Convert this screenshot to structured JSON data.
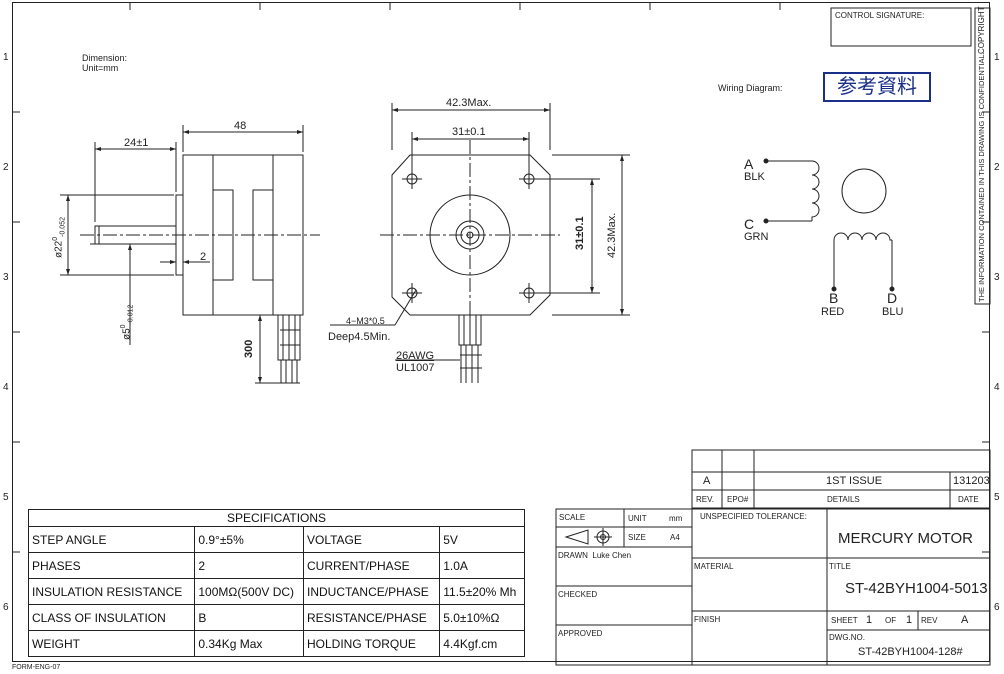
{
  "zones": {
    "left": [
      "1",
      "2",
      "3",
      "4",
      "5",
      "6"
    ],
    "right": [
      "1",
      "2",
      "3",
      "4",
      "5",
      "6"
    ]
  },
  "dimension_note": {
    "line1": "Dimension:",
    "line2": "Unit=mm"
  },
  "dims": {
    "length_48": "48",
    "shaft_len": "24±1",
    "flange": "2",
    "boss_dia": "ø22",
    "boss_tol_up": "0",
    "boss_tol_down": "-0.052",
    "shaft_dia": "ø5",
    "shaft_tol_up": "0",
    "shaft_tol_down": "-0.012",
    "lead_len": "300",
    "body_width": "42.3Max.",
    "hole_spacing_h": "31±0.1",
    "hole_spacing_v": "31±0.1",
    "body_height": "42.3Max.",
    "screw": "4−M3*0.5",
    "screw_depth": "Deep4.5Min.",
    "wire_gauge": "26AWG",
    "wire_spec": "UL1007"
  },
  "wiring": {
    "label": "Wiring Diagram:",
    "ref_stamp": "参考資料",
    "a_label": "A",
    "a_color": "BLK",
    "c_label": "C",
    "c_color": "GRN",
    "b_label": "B",
    "b_color": "RED",
    "d_label": "D",
    "d_color": "BLU"
  },
  "control_signature": "CONTROL SIGNATURE:",
  "copyright": "COPYRIGHT",
  "confidential": "THE INFORMATION CONTAINED IN THIS DRAWING IS CONFIDENTIAL.",
  "revision": {
    "rev": "A",
    "details": "1ST ISSUE",
    "date": "131203",
    "hdr_rev": "REV.",
    "hdr_epo": "EPO#",
    "hdr_details": "DETAILS",
    "hdr_date": "DATE"
  },
  "specs": {
    "title": "SPECIFICATIONS",
    "rows": [
      [
        "STEP ANGLE",
        "0.9°±5%",
        "VOLTAGE",
        "5V"
      ],
      [
        "PHASES",
        "2",
        "CURRENT/PHASE",
        "1.0A"
      ],
      [
        "INSULATION RESISTANCE",
        "100MΩ(500V DC)",
        "INDUCTANCE/PHASE",
        "11.5±20% Mh"
      ],
      [
        "CLASS OF INSULATION",
        "B",
        "RESISTANCE/PHASE",
        "5.0±10%Ω"
      ],
      [
        "WEIGHT",
        "0.34Kg Max",
        "HOLDING TORQUE",
        "4.4Kgf.cm"
      ]
    ]
  },
  "title_block": {
    "scale": "SCALE",
    "unit": "UNIT",
    "unit_val": "mm",
    "size": "SIZE",
    "size_val": "A4",
    "drawn": "DRAWN",
    "drawn_by": "Luke Chen",
    "checked": "CHECKED",
    "approved": "APPROVED",
    "tolerance": "UNSPECIFIED TOLERANCE:",
    "material": "MATERIAL",
    "finish": "FINISH",
    "company": "MERCURY MOTOR",
    "title_lbl": "TITLE",
    "title": "ST-42BYH1004-5013",
    "sheet": "SHEET",
    "sheet_no": "1",
    "of": "OF",
    "sheet_total": "1",
    "rev_lbl": "REV",
    "rev_val": "A",
    "dwg_lbl": "DWG.NO.",
    "dwg_no": "ST-42BYH1004-128#"
  },
  "form_no": "FORM-ENG-07"
}
